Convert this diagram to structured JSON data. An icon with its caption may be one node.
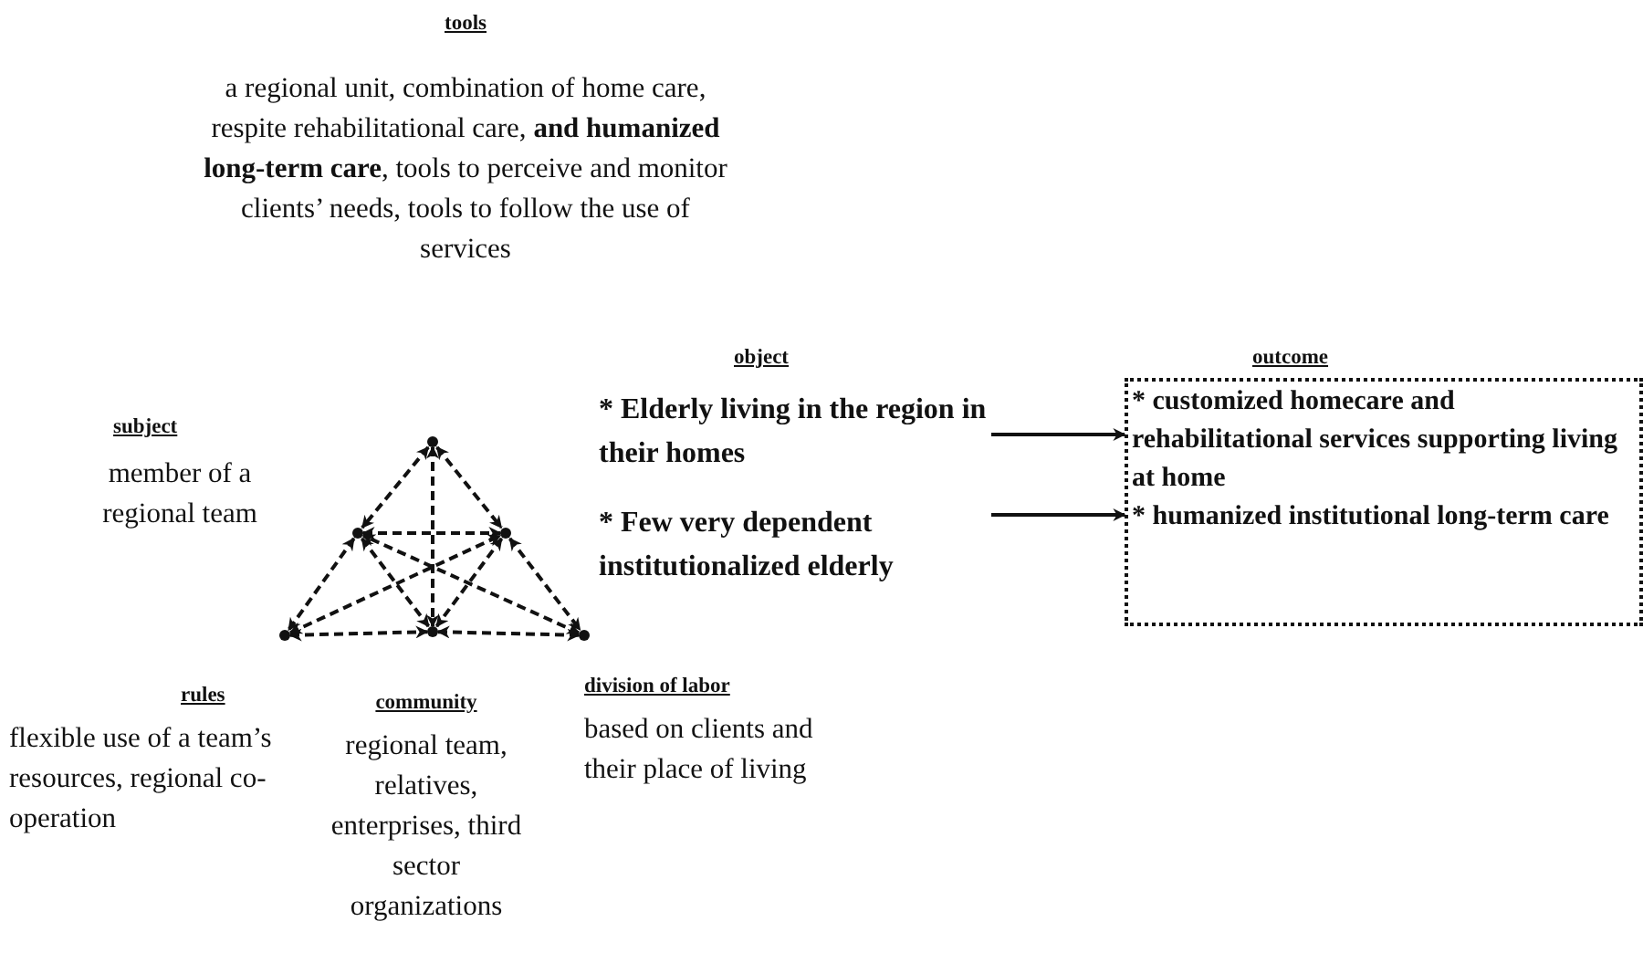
{
  "diagram": {
    "nodes": [
      {
        "text": [
          "tools",
          "a regional unit, combination of home care, respite rehabilitational care, **and humanized long-term care**, tools to perceive and monitor clients’ needs, tools to follow the use of services"
        ]
      },
      {
        "text": [
          "subject",
          "member of a regional team"
        ]
      },
      {
        "text": [
          "object",
          "* Elderly living in the region in their homes",
          "* Few very dependent institutionalized elderly"
        ]
      },
      {
        "text": [
          "outcome",
          "* customized homecare and rehabilitational services supporting  living at home",
          "* humanized institutional long-term care"
        ]
      },
      {
        "text": [],
        "shape": "point"
      },
      {
        "text": [],
        "shape": "point"
      },
      {
        "text": [],
        "shape": "point"
      },
      {
        "text": [],
        "shape": "point"
      },
      {
        "text": [],
        "shape": "point"
      },
      {
        "text": [],
        "shape": "point"
      },
      {
        "text": [
          "rules",
          "flexible use of  a team’s resources, regional co-operation"
        ]
      },
      {
        "text": [
          "community",
          "regional team, relatives, enterprises, third sector organizations"
        ]
      },
      {
        "text": [
          "division of labor",
          "based on clients and their place of living"
        ]
      }
    ],
    "edges": [
      {
        "from": 2,
        "to": 3,
        "arrow": "to"
      },
      {
        "from": 2,
        "to": 3,
        "arrow": "to"
      },
      {
        "from": 4,
        "to": 5,
        "arrow": "both",
        "style": "dashed"
      },
      {
        "from": 5,
        "to": 7,
        "arrow": "both",
        "style": "dashed"
      },
      {
        "from": 4,
        "to": 6,
        "arrow": "both",
        "style": "dashed"
      },
      {
        "from": 6,
        "to": 9,
        "arrow": "both",
        "style": "dashed"
      },
      {
        "from": 4,
        "to": 8,
        "arrow": "both",
        "style": "dashed"
      },
      {
        "from": 5,
        "to": 6,
        "arrow": "both",
        "style": "dashed"
      },
      {
        "from": 7,
        "to": 8,
        "arrow": "both",
        "style": "dashed"
      },
      {
        "from": 8,
        "to": 9,
        "arrow": "both",
        "style": "dashed"
      },
      {
        "from": 5,
        "to": 8,
        "arrow": "both",
        "style": "dashed"
      },
      {
        "from": 6,
        "to": 8,
        "arrow": "both",
        "style": "dashed"
      },
      {
        "from": 7,
        "to": 6,
        "arrow": "both",
        "style": "dashed"
      },
      {
        "from": 9,
        "to": 5,
        "arrow": "both",
        "style": "dashed"
      }
    ]
  }
}
